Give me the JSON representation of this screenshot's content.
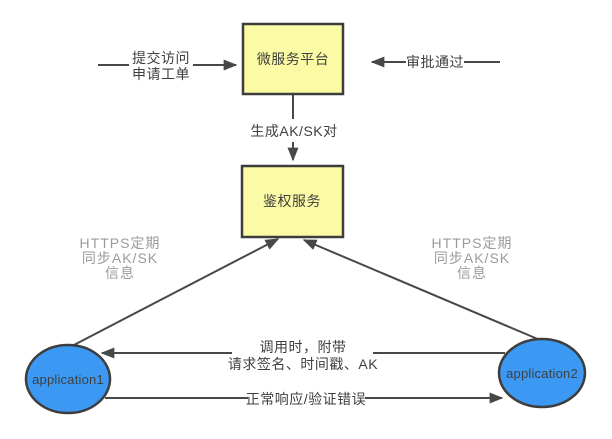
{
  "colors": {
    "background": "#ffffff",
    "box_fill": "#fcfba5",
    "box_stroke": "#3d3d3d",
    "ellipse_fill": "#3b99f4",
    "line": "#484848",
    "label_text": "#3f3f3f",
    "muted_text": "#9b9b9b"
  },
  "nodes": {
    "platform": "微服务平台",
    "auth": "鉴权服务",
    "app1": "application1",
    "app2": "application2"
  },
  "edges": {
    "submit": {
      "lines": [
        "提交访问",
        "申请工单"
      ]
    },
    "approve": {
      "label": "审批通过"
    },
    "generate": {
      "label": "生成AK/SK对"
    },
    "sync_left": {
      "lines": [
        "HTTPS定期",
        "同步AK/SK",
        "信息"
      ]
    },
    "sync_right": {
      "lines": [
        "HTTPS定期",
        "同步AK/SK",
        "信息"
      ]
    },
    "call": {
      "lines": [
        "调用时，附带",
        "请求签名、时间戳、AK"
      ]
    },
    "response": {
      "label": "正常响应/验证错误"
    }
  }
}
